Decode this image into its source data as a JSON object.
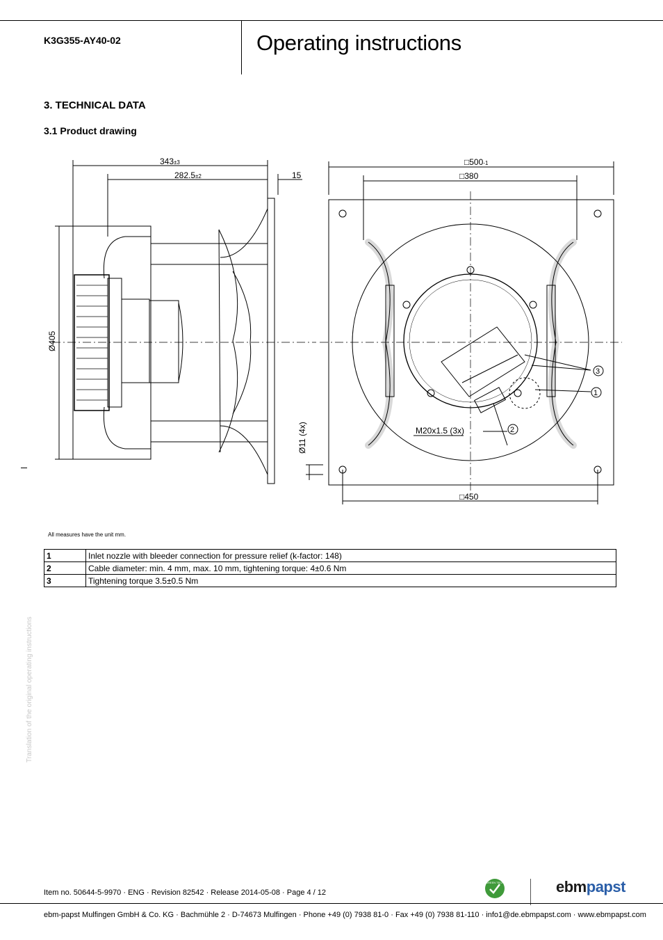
{
  "header": {
    "doc_id": "K3G355-AY40-02",
    "title": "Operating instructions"
  },
  "section": {
    "title": "3. TECHNICAL DATA",
    "subtitle": "3.1 Product drawing"
  },
  "drawing": {
    "side_view": {
      "dim_overall": "343",
      "dim_overall_tol": "±3",
      "dim_inner": "282.5",
      "dim_inner_tol": "±2",
      "dim_flange": "15",
      "dim_diameter": "Ø405",
      "dim_holes": "Ø11 (4x)"
    },
    "front_view": {
      "dim_outer_square": "500",
      "dim_outer_square_tol": "-1",
      "dim_inner_square": "380",
      "dim_bottom_square": "450",
      "thread_label": "M20x1.5 (3x)",
      "callouts": [
        "3",
        "1",
        "2"
      ]
    },
    "line_color": "#000000"
  },
  "measures_note": "All measures have the unit mm.",
  "legend": [
    {
      "num": "1",
      "text": "Inlet nozzle with bleeder connection for pressure relief (k-factor: 148)"
    },
    {
      "num": "2",
      "text": "Cable diameter: min. 4 mm, max. 10 mm, tightening torque: 4±0.6 Nm"
    },
    {
      "num": "3",
      "text": "Tightening torque 3.5±0.5 Nm"
    }
  ],
  "side_note": "Translation of the original operating instructions",
  "footer": {
    "item_line": "Item no. 50644-5-9970 · ENG · Revision 82542 · Release 2014-05-08 · Page 4 / 12",
    "company_line": "ebm-papst Mulfingen GmbH & Co. KG · Bachmühle 2 · D-74673 Mulfingen · Phone +49 (0) 7938 81-0 · Fax +49 (0) 7938 81-110 · info1@de.ebmpapst.com · www.ebmpapst.com",
    "logo_part1": "ebm",
    "logo_part2": "papst",
    "badge_text": "GREEN TECH",
    "brand_blue": "#2a5ea8",
    "badge_green": "#3f9a3a"
  }
}
